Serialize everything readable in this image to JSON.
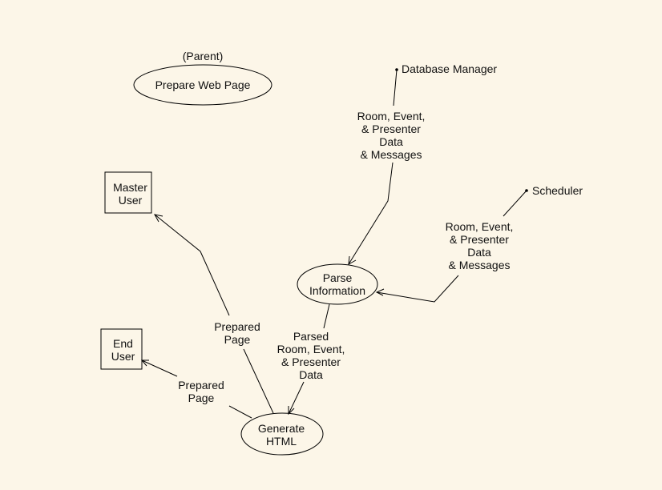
{
  "diagram": {
    "parent_tag": "(Parent)",
    "parent_process": "Prepare Web Page",
    "processes": {
      "parse": "Parse\nInformation",
      "generate": "Generate\nHTML"
    },
    "entities": {
      "master_user": "Master\nUser",
      "end_user": "End\nUser"
    },
    "external_sources": {
      "database_manager": "Database Manager",
      "scheduler": "Scheduler"
    },
    "flows": {
      "db_to_parse": "Room, Event,\n& Presenter\nData\n& Messages",
      "scheduler_to_parse": "Room, Event,\n& Presenter\nData\n& Messages",
      "parse_to_generate": "Parsed\nRoom, Event,\n& Presenter\nData",
      "generate_to_master": "Prepared\nPage",
      "generate_to_end": "Prepared\nPage"
    }
  }
}
